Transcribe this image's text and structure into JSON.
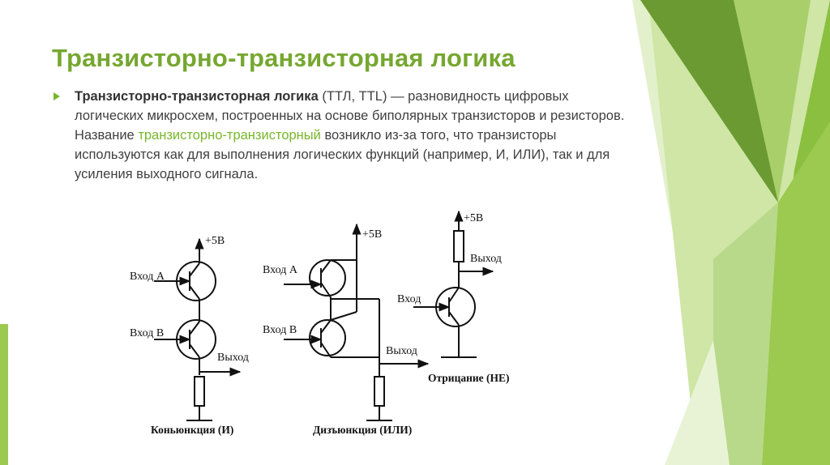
{
  "slide": {
    "title": "Транзисторно-транзисторная логика",
    "bullet": {
      "term": "Транзисторно-транзисторная логика",
      "abbr_open": " (",
      "abbr": "ТТЛ, TTL",
      "abbr_close": ") — разновидность цифровых логических микросхем, построенных на основе биполярных транзисторов и резисторов. Название ",
      "link_text": "транзисторно-транзисторный",
      "rest": " возникло из-за того, что транзисторы используются как для выполнения логических функций (например, И, ИЛИ), так и для усиления выходного сигнала."
    }
  },
  "colors": {
    "title": "#76a730",
    "accent": "#76b72a",
    "text": "#404040",
    "deco_light": "#cfe6a6",
    "deco_mid": "#9cc94f",
    "deco_dark": "#6b9a33"
  },
  "diagrams": {
    "and": {
      "vcc": "+5В",
      "input_a": "Вход А",
      "input_b": "Вход В",
      "output": "Выход",
      "caption": "Коньюнкция (И)"
    },
    "or": {
      "vcc": "+5В",
      "input_a": "Вход А",
      "input_b": "Вход В",
      "output": "Выход",
      "caption": "Дизъюнкция (ИЛИ)"
    },
    "not": {
      "vcc": "+5В",
      "input": "Вход",
      "output": "Выход",
      "caption": "Отрицание (НЕ)"
    }
  }
}
